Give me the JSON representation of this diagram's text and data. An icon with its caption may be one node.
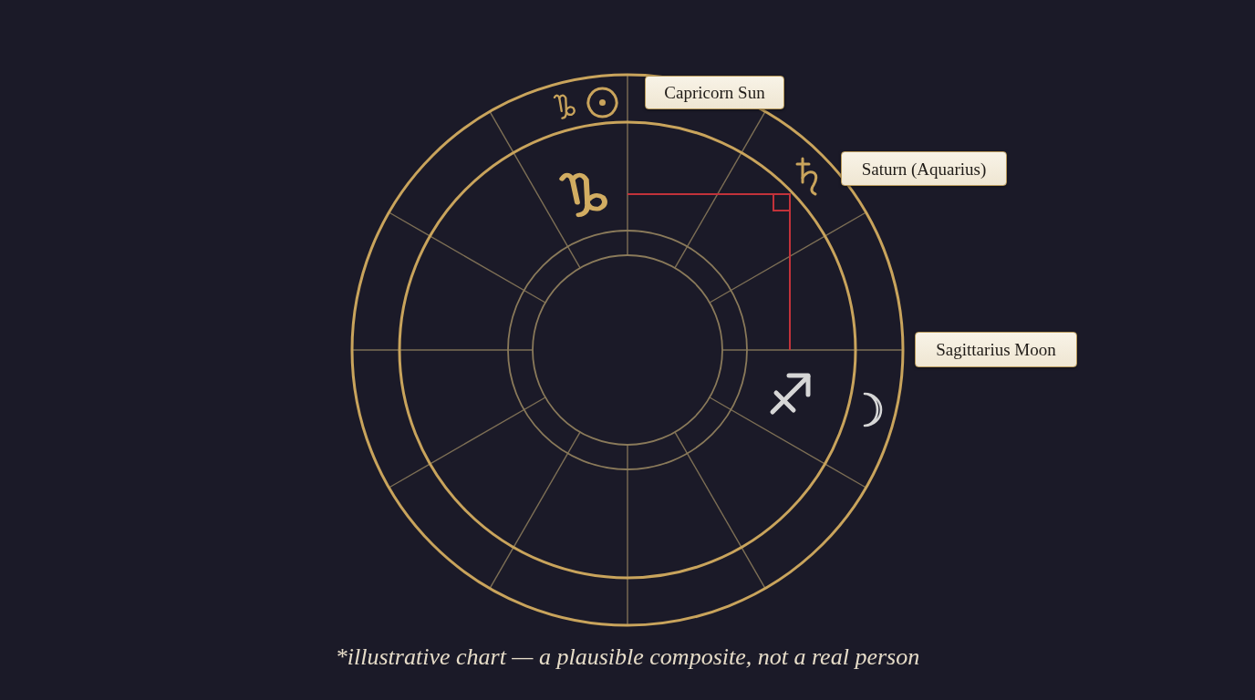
{
  "diagram": {
    "nodes": [
      {
        "text": [
          "Capricorn Sun"
        ]
      },
      {
        "text": [
          "Saturn (Aquarius)"
        ]
      },
      {
        "text": [
          "Sagittarius Moon"
        ]
      }
    ],
    "caption": "*illustrative chart — a plausible composite, not a real person"
  }
}
